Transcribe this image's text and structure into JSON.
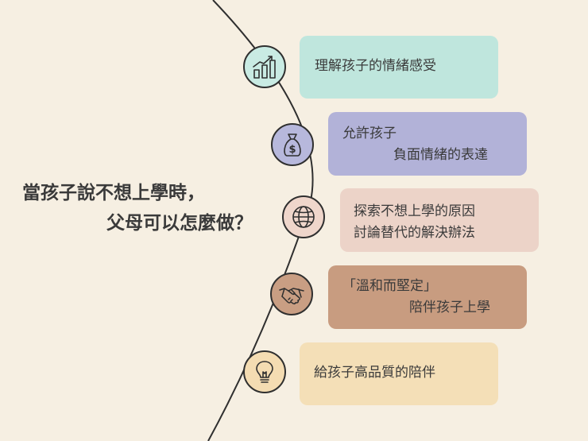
{
  "title": {
    "line1": "當孩子說不想上學時，",
    "line2": "父母可以怎麼做？"
  },
  "items": [
    {
      "icon": "growth-chart-icon",
      "color": "#bfe6dd",
      "circle": "#c9ebe3",
      "lines": [
        "理解孩子的情緒感受"
      ]
    },
    {
      "icon": "money-bag-icon",
      "color": "#b2b2d8",
      "circle": "#b7b8dc",
      "lines": [
        "允許孩子",
        "負面情緒的表達"
      ]
    },
    {
      "icon": "globe-icon",
      "color": "#ecd3c8",
      "circle": "#efd6cb",
      "lines": [
        "探索不想上學的原因",
        "討論替代的解決辦法"
      ]
    },
    {
      "icon": "handshake-icon",
      "color": "#c89c80",
      "circle": "#c99e83",
      "lines": [
        "「溫和而堅定」",
        "陪伴孩子上學"
      ]
    },
    {
      "icon": "lightbulb-icon",
      "color": "#f4dfb7",
      "circle": "#f4dcb2",
      "lines": [
        "給孩子高品質的陪伴"
      ]
    }
  ]
}
